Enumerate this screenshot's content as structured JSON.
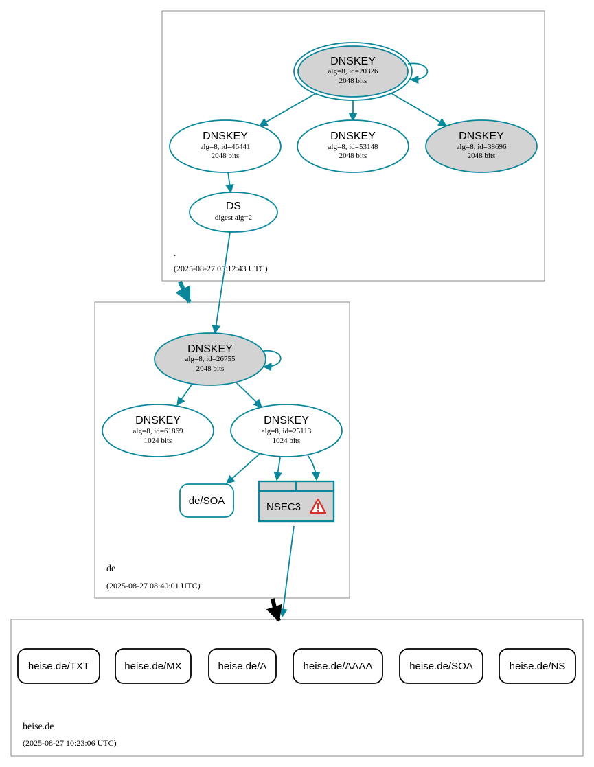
{
  "zones": {
    "root": {
      "name": ".",
      "timestamp": "(2025-08-27 05:12:43 UTC)"
    },
    "de": {
      "name": "de",
      "timestamp": "(2025-08-27 08:40:01 UTC)"
    },
    "heise": {
      "name": "heise.de",
      "timestamp": "(2025-08-27 10:23:06 UTC)"
    }
  },
  "nodes": {
    "root_ksk": {
      "type": "DNSKEY",
      "line1": "alg=8, id=20326",
      "line2": "2048 bits",
      "fill": "#d3d3d3"
    },
    "root_zsk1": {
      "type": "DNSKEY",
      "line1": "alg=8, id=46441",
      "line2": "2048 bits",
      "fill": "#ffffff"
    },
    "root_zsk2": {
      "type": "DNSKEY",
      "line1": "alg=8, id=53148",
      "line2": "2048 bits",
      "fill": "#ffffff"
    },
    "root_ksk2": {
      "type": "DNSKEY",
      "line1": "alg=8, id=38696",
      "line2": "2048 bits",
      "fill": "#d3d3d3"
    },
    "root_ds": {
      "type": "DS",
      "line1": "digest alg=2"
    },
    "de_ksk": {
      "type": "DNSKEY",
      "line1": "alg=8, id=26755",
      "line2": "2048 bits",
      "fill": "#d3d3d3"
    },
    "de_zsk1": {
      "type": "DNSKEY",
      "line1": "alg=8, id=61869",
      "line2": "1024 bits",
      "fill": "#ffffff"
    },
    "de_zsk2": {
      "type": "DNSKEY",
      "line1": "alg=8, id=25113",
      "line2": "1024 bits",
      "fill": "#ffffff"
    },
    "de_soa": {
      "label": "de/SOA"
    },
    "nsec3": {
      "label": "NSEC3"
    }
  },
  "records": [
    "heise.de/TXT",
    "heise.de/MX",
    "heise.de/A",
    "heise.de/AAAA",
    "heise.de/SOA",
    "heise.de/NS"
  ],
  "colors": {
    "edge": "#0a879a",
    "border": "#888888",
    "secure_fill": "#d3d3d3",
    "warning": "#d9342b",
    "delegation_bogus": "#000000"
  }
}
